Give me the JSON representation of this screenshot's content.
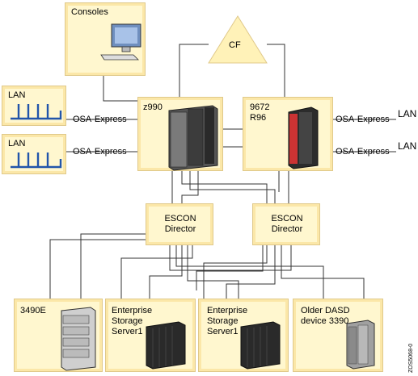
{
  "nodes": {
    "consoles": "Consoles",
    "cf": "CF",
    "z990": "z990",
    "r96": "9672\nR96",
    "lan1": "LAN",
    "lan2": "LAN",
    "lan3": "LAN",
    "lan4": "LAN",
    "osa1": "OSA-Express",
    "osa2": "OSA-Express",
    "osa3": "OSA-Express",
    "osa4": "OSA-Express",
    "escon1": "ESCON\nDirector",
    "escon2": "ESCON\nDirector",
    "tape": "3490E",
    "ess1": "Enterprise\nStorage\nServer1",
    "ess2": "Enterprise\nStorage\nServer1",
    "dasd": "Older DASD\ndevice 3390"
  },
  "figure_id": "ZOS5068-0",
  "colors": {
    "box_fill": "#fff7cf",
    "box_border": "#fbe7a8",
    "line": "#333333",
    "lan_blue": "#2255aa"
  }
}
